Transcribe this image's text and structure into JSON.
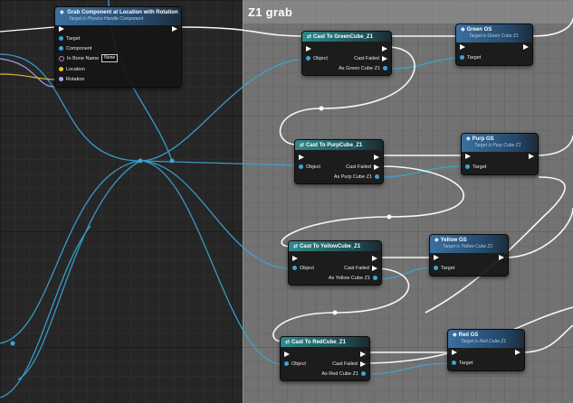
{
  "comment": {
    "title": "Z1 grab"
  },
  "grab_node": {
    "title": "Grab Component at Location with Rotation",
    "subtitle": "Target is Physics Handle Component",
    "pins": {
      "target": "Target",
      "component": "Component",
      "in_bone_name": "In Bone Name",
      "in_bone_value": "None",
      "location": "Location",
      "rotation": "Rotation"
    }
  },
  "cast_nodes": [
    {
      "title": "Cast To GreenCube_Z1",
      "object": "Object",
      "cast_failed": "Cast Failed",
      "output": "As Green Cube Z1"
    },
    {
      "title": "Cast To PurpCube_Z1",
      "object": "Object",
      "cast_failed": "Cast Failed",
      "output": "As Purp Cube Z1"
    },
    {
      "title": "Cast To YellowCube_Z1",
      "object": "Object",
      "cast_failed": "Cast Failed",
      "output": "As Yellow Cube Z1"
    },
    {
      "title": "Cast To RedCube_Z1",
      "object": "Object",
      "cast_failed": "Cast Failed",
      "output": "As Red Cube Z1"
    }
  ],
  "gs_nodes": [
    {
      "title": "Green GS",
      "subtitle": "Target is Green Cube Z1",
      "target": "Target"
    },
    {
      "title": "Purp GS",
      "subtitle": "Target is Purp Cube Z1",
      "target": "Target"
    },
    {
      "title": "Yellow GS",
      "subtitle": "Target is Yellow Cube Z1",
      "target": "Target"
    },
    {
      "title": "Red GS",
      "subtitle": "Target is Red Cube Z1",
      "target": "Target"
    }
  ],
  "colors": {
    "exec_wire": "#ffffff",
    "object_wire": "#3aa6d8",
    "cast_header": "#2e8a8a",
    "function_header": "#3a6fa0",
    "comment_box": "#b0b0b0"
  },
  "icons": {
    "cast": "cast-arrows-icon",
    "function": "function-diamond-icon",
    "exec_pin": "exec-triangle-icon",
    "data_pin": "data-circle-icon"
  }
}
